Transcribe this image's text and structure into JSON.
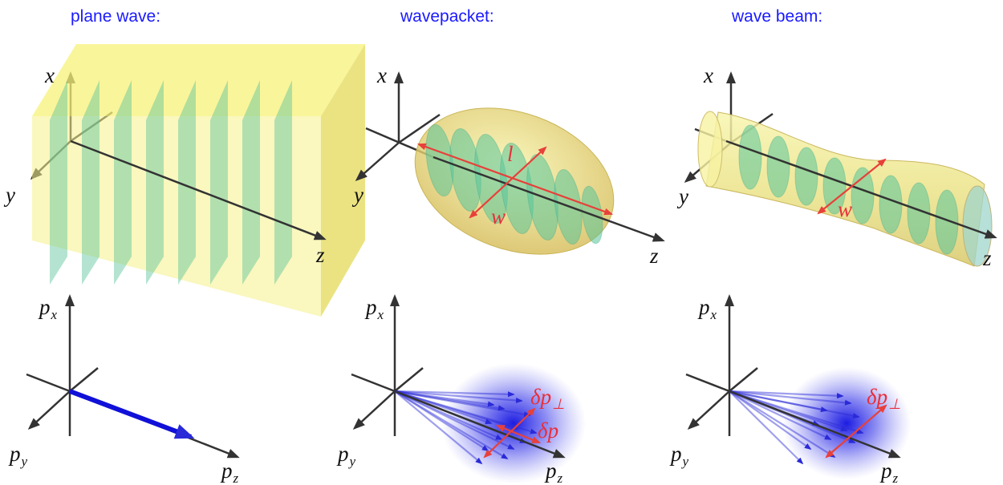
{
  "panels": {
    "plane_wave": {
      "title": "plane wave:"
    },
    "wavepacket": {
      "title": "wavepacket:"
    },
    "wave_beam": {
      "title": "wave beam:"
    }
  },
  "axes": {
    "x": "x",
    "y": "y",
    "z": "z",
    "p": "p",
    "px_sub": "x",
    "py_sub": "y",
    "pz_sub": "z"
  },
  "annotations": {
    "length": "l",
    "width": "w",
    "delta": "δ",
    "perp": "⊥"
  },
  "colors": {
    "title": "#1a1aff",
    "annotation": "#e8303a",
    "envelope": "#f5f27a",
    "wavefront": "#58c49a",
    "momentum": "#1010e0",
    "axis": "#333333"
  }
}
